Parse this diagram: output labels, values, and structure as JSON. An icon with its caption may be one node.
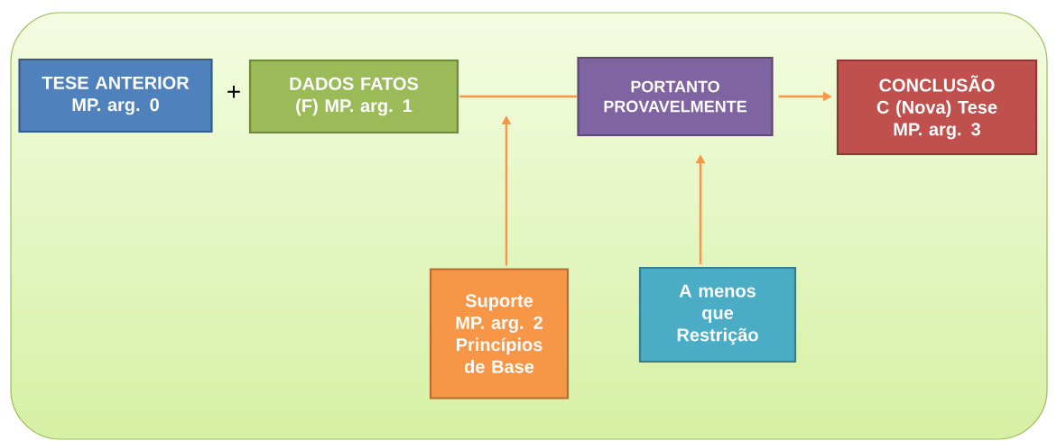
{
  "diagram": {
    "nodes": [
      {
        "text": [
          "TESE ANTERIOR MP. arg. 0"
        ]
      },
      {
        "text": [
          "DADOS FATOS (F) MP. arg. 1"
        ]
      },
      {
        "text": [
          "PORTANTO PROVAVELMENTE"
        ]
      },
      {
        "text": [
          "CONCLUSÃO C (Nova) Tese MP. arg. 3"
        ]
      },
      {
        "text": [
          "Suporte MP. arg. 2 Princípios de Base"
        ]
      },
      {
        "text": [
          "A menos que Restrição"
        ]
      }
    ],
    "edges": [
      {
        "from": 1,
        "to": 2,
        "arrow": "none"
      },
      {
        "from": 2,
        "to": 3,
        "arrow": "to"
      },
      {
        "from": 4,
        "to": null,
        "arrow": "to"
      },
      {
        "from": 5,
        "to": 2,
        "arrow": "to"
      }
    ],
    "labels": [
      "+"
    ]
  }
}
